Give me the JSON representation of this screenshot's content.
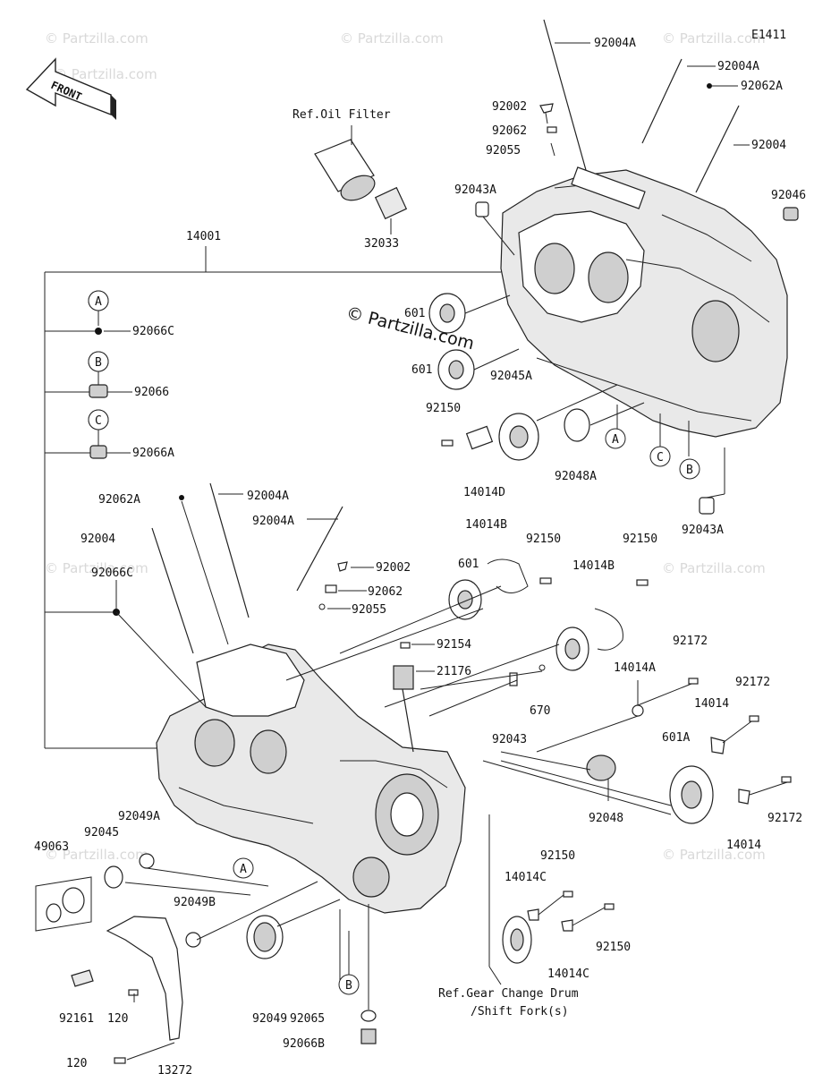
{
  "diagram_code": "E1411",
  "front_label": "FRONT",
  "watermark": "© Partzilla.com",
  "refs": {
    "oil_filter": "Ref.Oil Filter",
    "gear_change_line1": "Ref.Gear Change Drum",
    "gear_change_line2": "/Shift Fork(s)"
  },
  "callouts": {
    "a": "A",
    "b": "B",
    "c": "C"
  },
  "parts": [
    "92004A",
    "92004A",
    "92062A",
    "92002",
    "92062",
    "92055",
    "92004",
    "92046",
    "92043A",
    "32033",
    "14001",
    "92066C",
    "92066",
    "92066A",
    "601",
    "601",
    "92045A",
    "92150",
    "14014D",
    "92048A",
    "92043A",
    "92062A",
    "92004A",
    "92004A",
    "92004",
    "92002",
    "92062",
    "92055",
    "92066C",
    "14014B",
    "92150",
    "92150",
    "14014B",
    "92154",
    "21176",
    "670",
    "601",
    "92172",
    "14014A",
    "92043",
    "92172",
    "14014",
    "601A",
    "92048",
    "92172",
    "14014",
    "49063",
    "92045",
    "92049A",
    "92049B",
    "92049",
    "92150",
    "14014C",
    "92150",
    "14014C",
    "92161",
    "120",
    "120",
    "13272",
    "92065",
    "92066B"
  ]
}
